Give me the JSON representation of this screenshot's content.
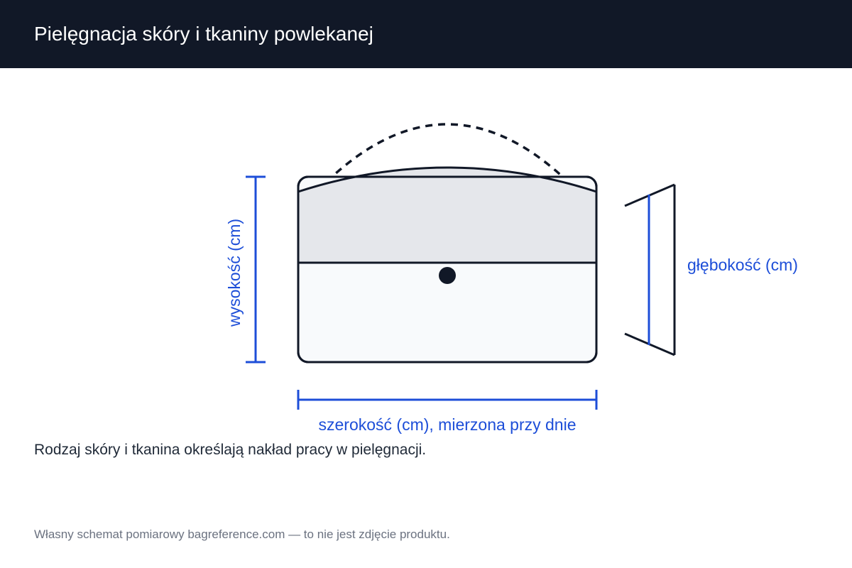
{
  "header": {
    "title": "Pielęgnacja skóry i tkaniny powlekanej"
  },
  "diagram": {
    "height_label": "wysokość (cm)",
    "width_label": "szerokość (cm), mierzona przy dnie",
    "depth_label": "głębokość (cm)",
    "colors": {
      "dimension": "#1d4ed8",
      "outline": "#111827",
      "flap_fill": "#e5e7eb",
      "body_fill": "#f8fafc"
    }
  },
  "caption": "Rodzaj skóry i tkanina określają nakład pracy w pielęgnacji.",
  "footer_note": "Własny schemat pomiarowy bagreference.com — to nie jest zdjęcie produktu."
}
